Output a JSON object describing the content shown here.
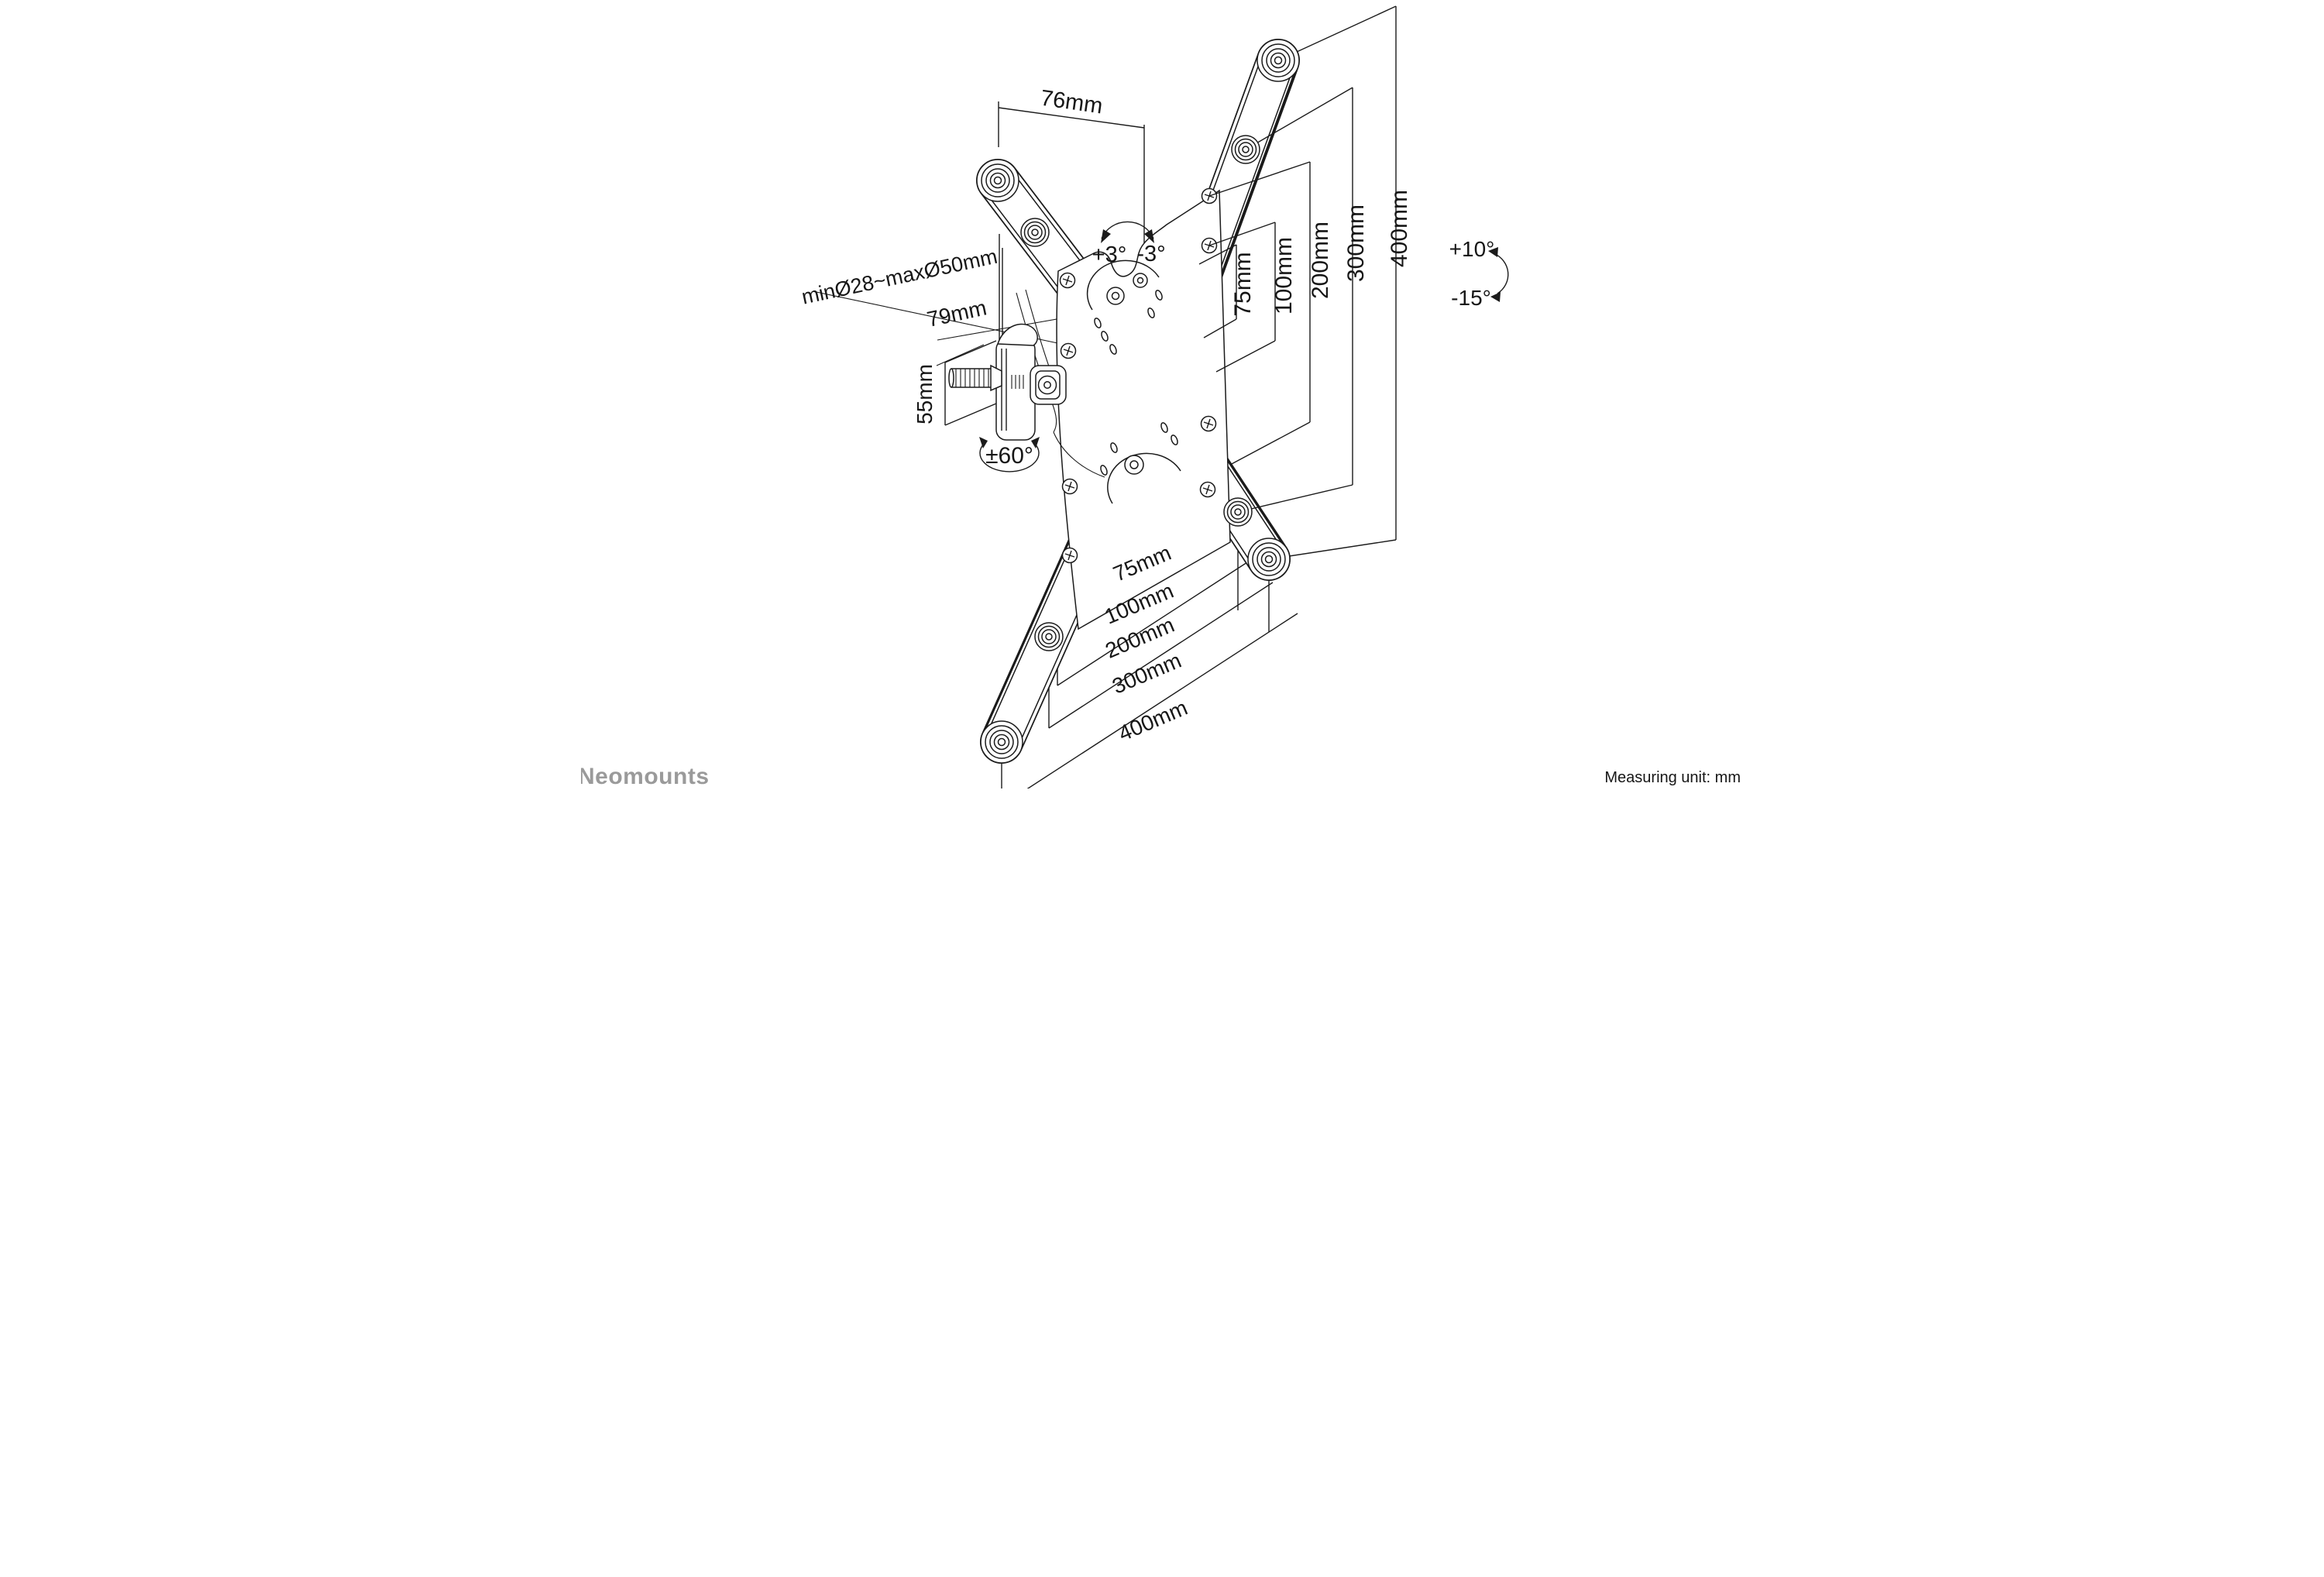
{
  "brand": {
    "logo": "Neomounts"
  },
  "footer": {
    "measuring_unit": "Measuring unit: mm"
  },
  "dimensions": {
    "top_width": "76mm",
    "pole_diameter_range": "minØ28~maxØ50mm",
    "clamp_depth": "79mm",
    "clamp_height": "55mm",
    "swivel_range": "±60°",
    "level_adjust_plus": "+3°",
    "level_adjust_minus": "-3°",
    "tilt_up": "+10°",
    "tilt_down": "-15°",
    "vesa_vertical": [
      "75mm",
      "100mm",
      "200mm",
      "300mm",
      "400mm"
    ],
    "vesa_horizontal": [
      "75mm",
      "100mm",
      "200mm",
      "300mm",
      "400mm"
    ]
  }
}
